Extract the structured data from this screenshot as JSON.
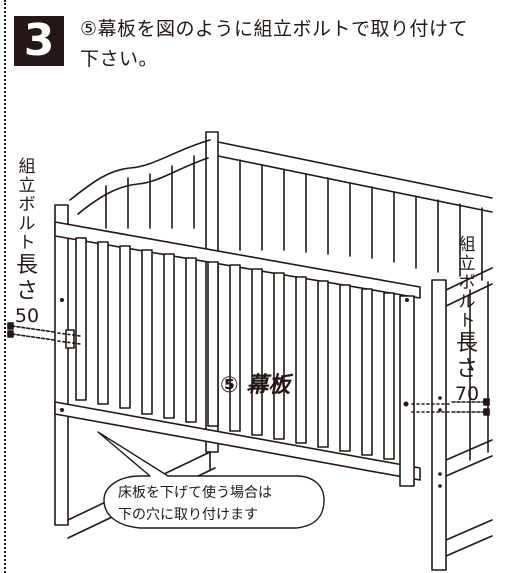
{
  "step": {
    "number": "3",
    "instruction_line1": "⑤幕板を図のように組立ボルトで取り付けて",
    "instruction_line2": "下さい。"
  },
  "bolt_left": {
    "label_chars": [
      "組",
      "立",
      "ボ",
      "ル",
      "ト"
    ],
    "length_chars": [
      "長",
      "さ"
    ],
    "length_value": "50"
  },
  "bolt_right": {
    "label_chars": [
      "組",
      "立",
      "ボ",
      "ル",
      "ト"
    ],
    "length_chars": [
      "長",
      "さ"
    ],
    "length_value": "70"
  },
  "part": {
    "label": "⑤ 幕板"
  },
  "callout": {
    "line1": "床板を下げて使う場合は",
    "line2": "下の穴に取り付けます"
  },
  "colors": {
    "ink": "#231815",
    "paper": "#ffffff"
  }
}
